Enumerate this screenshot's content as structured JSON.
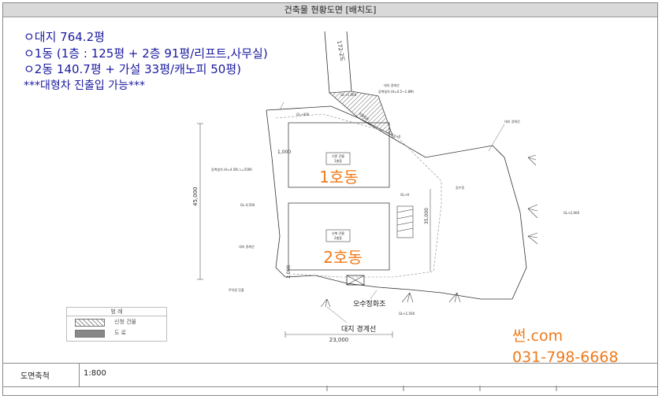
{
  "title": "건축물 현황도면 [배치도]",
  "info": {
    "line1": "ㅇ대지 764.2평",
    "line2": "ㅇ1동 (1층 : 125평 + 2층 91평/리프트,사무실)",
    "line3": "ㅇ2동 140.7평 + 가설 33평/캐노피 50평)",
    "line4": "***대형차 진출입 가능***"
  },
  "buildings": {
    "b1": "1호동",
    "b2": "2호동",
    "b1_tag_line1": "기존 건물",
    "b1_tag_line2": "1층동",
    "b2_tag_line1": "신축 건물",
    "b2_tag_line2": "2층동"
  },
  "road": {
    "label": "172-2도"
  },
  "dims": {
    "height": "45,000",
    "width": "23,000",
    "right": "35,000",
    "top": "1,000",
    "bottom": "2,000"
  },
  "labels": {
    "septic": "오수정화조",
    "boundary": "대지 경계선",
    "boundary_top": "대지 경계선",
    "boundary_left": "대지 경계선",
    "boundary_right": "대지 경계선",
    "gl_400": "GL+400",
    "gl_4500": "GL-4,500",
    "gl_0a": "GL+0",
    "gl_0b": "GL+0",
    "gl_1500": "GL+1,500",
    "gl_1500b": "GL+1,500",
    "gl_2000": "GL+2,000",
    "drain": "집수정",
    "parking": "주차장 진출",
    "retaining": "옹벽설치 (H=4.5M, L=55M)",
    "retaining2": "옹벽설치 (H=0.5~1.8M)",
    "entrance": "진출입로"
  },
  "legend": {
    "header": "범 례",
    "row1": "신청 건물",
    "row2": "도 로"
  },
  "contact": {
    "site": "썬.com",
    "phone": "031-798-6668"
  },
  "footer": {
    "label": "도면축척",
    "scale": "1:800"
  }
}
